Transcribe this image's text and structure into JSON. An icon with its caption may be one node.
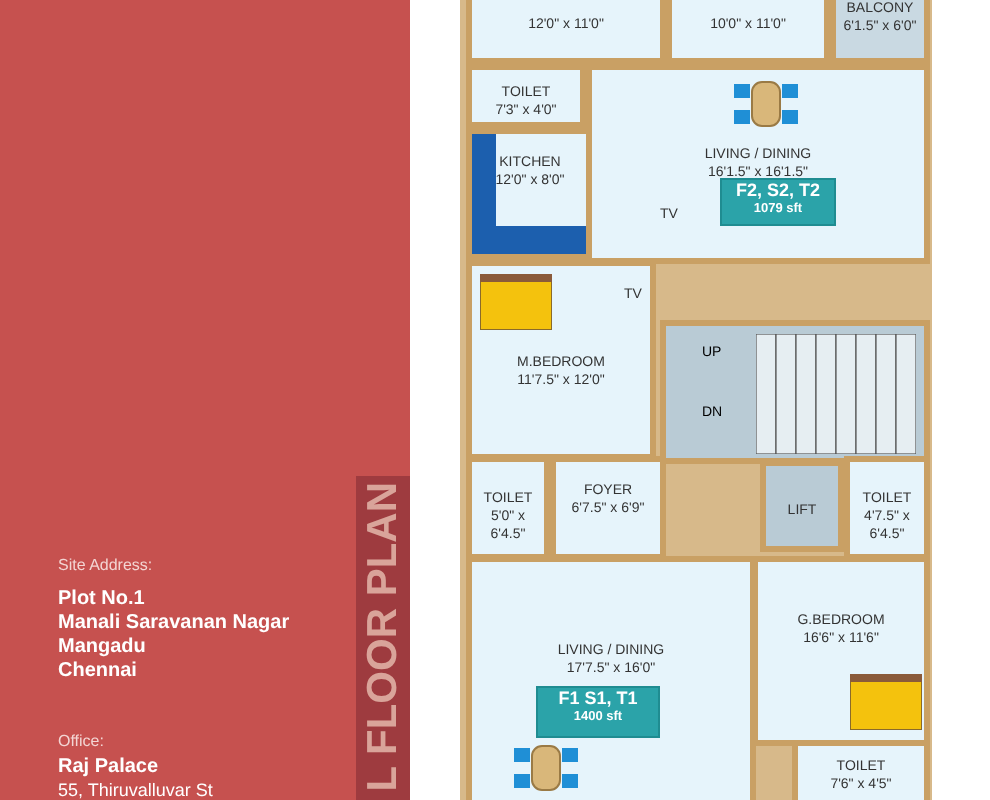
{
  "diagram": {
    "nodes": [
      {
        "text": [
          "12'0\" x 11'0\""
        ]
      },
      {
        "text": [
          "10'0\" x 11'0\""
        ]
      },
      {
        "text": [
          "BALCONY",
          "6'1.5\" x 6'0\""
        ]
      },
      {
        "text": [
          "TOILET",
          "7'3\" x 4'0\""
        ]
      },
      {
        "text": [
          "KITCHEN",
          "12'0\" x 8'0\""
        ]
      },
      {
        "text": [
          "LIVING / DINING",
          "16'1.5\" x 16'1.5\""
        ]
      },
      {
        "text": [
          "F2, S2, T2",
          "1079 sft"
        ],
        "in": 5
      },
      {
        "text": [
          "M.BEDROOM",
          "11'7.5\" x 12'0\""
        ]
      },
      {
        "text": [
          "UP",
          "DN"
        ]
      },
      {
        "text": [
          "TOILET",
          "5'0\" x 6'4.5\""
        ]
      },
      {
        "text": [
          "FOYER",
          "6'7.5\" x 6'9\""
        ]
      },
      {
        "text": [
          "LIFT"
        ]
      },
      {
        "text": [
          "TOILET",
          "4'7.5\" x 6'4.5\""
        ]
      },
      {
        "text": [
          "LIVING / DINING",
          "17'7.5\" x 16'0\""
        ]
      },
      {
        "text": [
          "F1 S1, T1",
          "1400 sft"
        ],
        "in": 13
      },
      {
        "text": [
          "G.BEDROOM",
          "16'6\" x 11'6\""
        ]
      },
      {
        "text": [
          "TOILET",
          "7'6\" x 4'5\""
        ]
      }
    ],
    "labels": [
      "Site Address:",
      "Plot No.1",
      "Manali Saravanan Nagar",
      "Mangadu",
      "Chennai",
      "Office:",
      "Raj Palace",
      "55, Thiruvalluvar St",
      "L FLOOR PLAN",
      "TV",
      "TV"
    ]
  }
}
